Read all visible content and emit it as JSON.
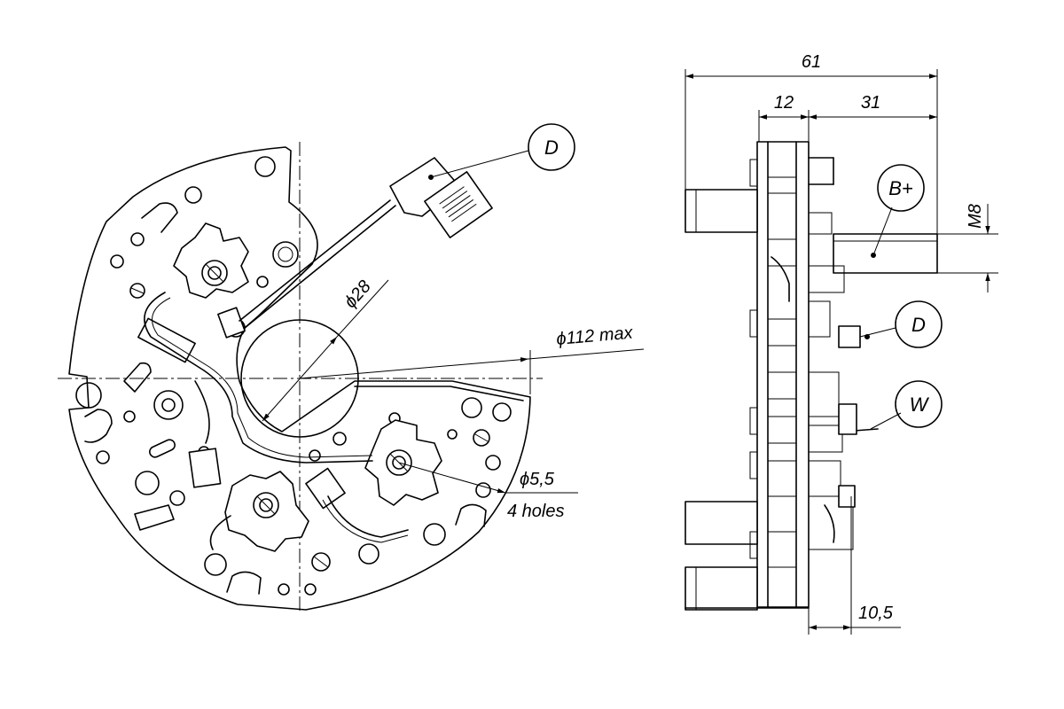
{
  "front_view": {
    "dim_outer_dia": "ϕ112 max",
    "dim_inner_dia": "ϕ28",
    "dim_hole_dia": "ϕ5,5",
    "dim_hole_count": "4 holes",
    "callout_d": "D"
  },
  "side_view": {
    "dim_overall_width": "61",
    "dim_left_part": "12",
    "dim_right_part": "31",
    "dim_bottom_offset": "10,5",
    "dim_thread": "M8",
    "callout_b_plus": "B+",
    "callout_d": "D",
    "callout_w": "W"
  }
}
